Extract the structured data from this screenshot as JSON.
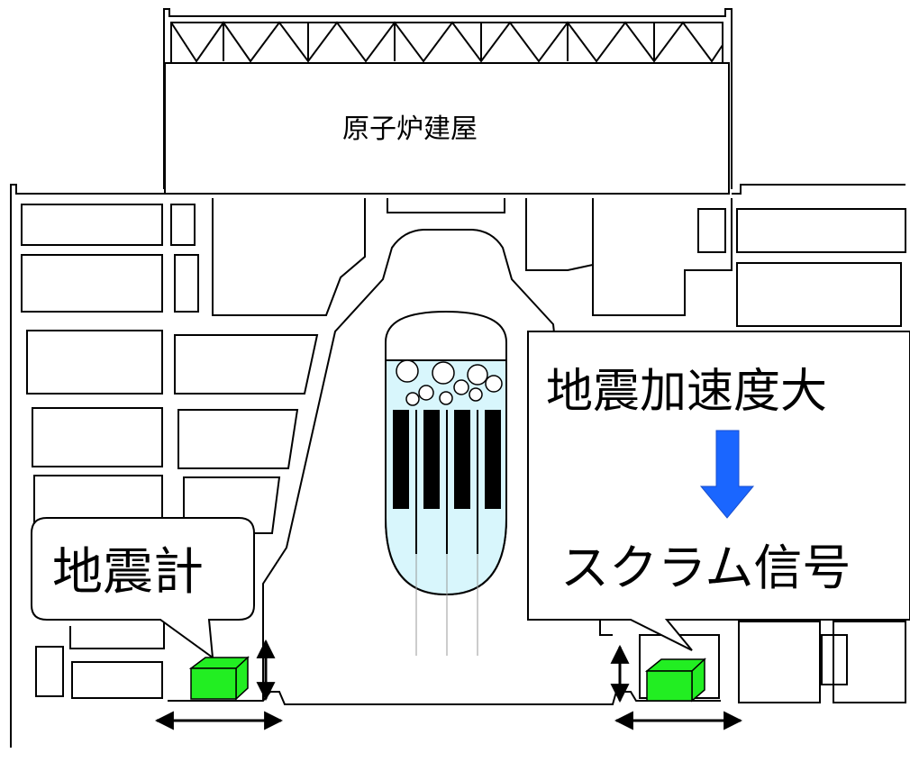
{
  "labels": {
    "building": "原子炉建屋",
    "seismometer": "地震計",
    "large_acceleration": "地震加速度大",
    "scram_signal": "スクラム信号"
  },
  "colors": {
    "seismometer": "#22ee22",
    "coolant": "#d8f6fc",
    "flow_arrow": "#1a66ff",
    "fuel": "#000000"
  },
  "icons": {
    "flow_arrow": "down-arrow-icon",
    "motion": "double-arrow-icon"
  }
}
